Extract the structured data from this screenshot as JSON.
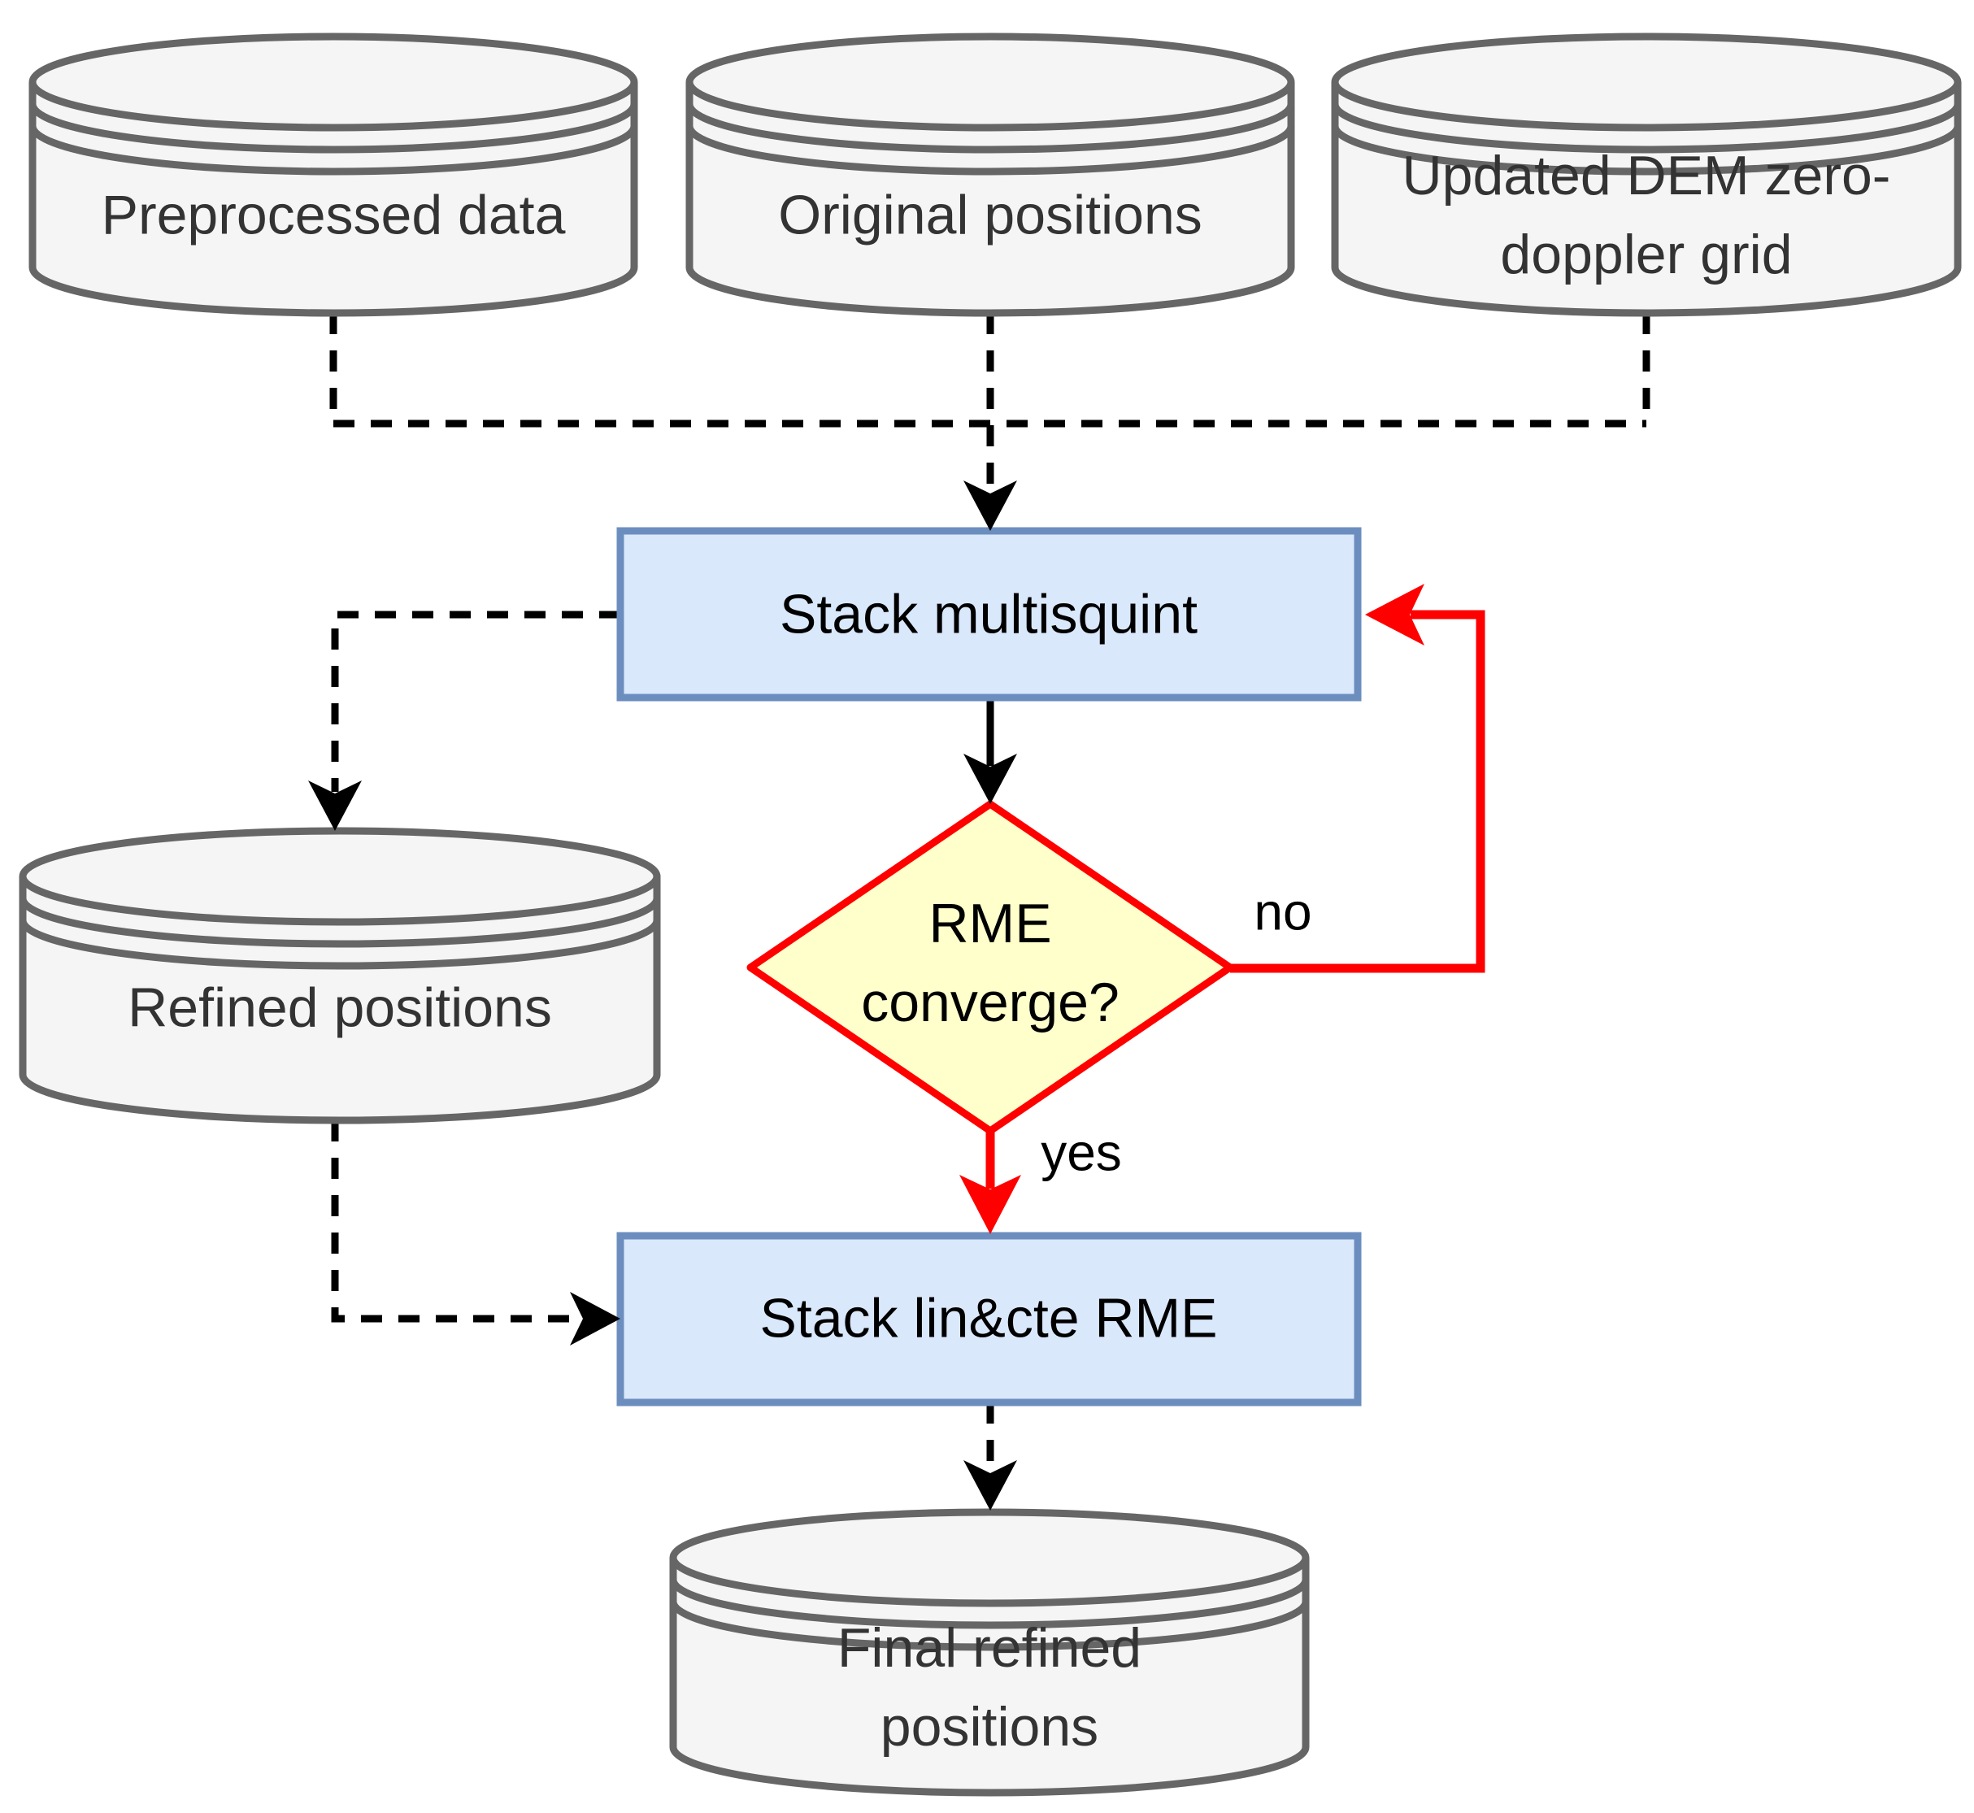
{
  "colors": {
    "background": "#ffffff",
    "datastore_fill": "#f5f5f5",
    "datastore_stroke": "#666666",
    "process_fill": "#dae8fc",
    "process_stroke": "#6c8ebf",
    "decision_fill": "#ffffcc",
    "decision_stroke": "#ff0000",
    "connector_black": "#000000",
    "connector_red": "#ff0000",
    "datastore_text": "#333333",
    "node_text": "#000000"
  },
  "nodes": {
    "preprocessed_data": {
      "shape": "datastore-cylinder",
      "label": "Preprocessed data"
    },
    "original_positions": {
      "shape": "datastore-cylinder",
      "label": "Original positions"
    },
    "updated_dem_grid": {
      "shape": "datastore-cylinder",
      "line1": "Updated DEM zero-",
      "line2": "doppler grid"
    },
    "stack_multisquint": {
      "shape": "process-rect",
      "label": "Stack multisquint"
    },
    "rme_converge": {
      "shape": "decision-diamond",
      "line1": "RME",
      "line2": "converge?"
    },
    "refined_positions": {
      "shape": "datastore-cylinder",
      "label": "Refined positions"
    },
    "stack_lin_cte_rme": {
      "shape": "process-rect",
      "label": "Stack lin&cte RME"
    },
    "final_refined_positions": {
      "shape": "datastore-cylinder",
      "line1": "Final refined",
      "line2": "positions"
    }
  },
  "edge_labels": {
    "no": "no",
    "yes": "yes"
  }
}
